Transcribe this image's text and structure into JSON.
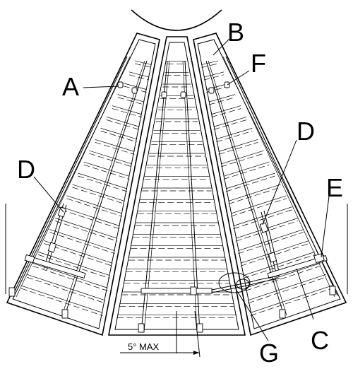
{
  "labels": [
    {
      "key": "A",
      "text": "A"
    },
    {
      "key": "B",
      "text": "B"
    },
    {
      "key": "F",
      "text": "F"
    },
    {
      "key": "D_left",
      "text": "D"
    },
    {
      "key": "D_right",
      "text": "D"
    },
    {
      "key": "E",
      "text": "E"
    },
    {
      "key": "C",
      "text": "C"
    },
    {
      "key": "G",
      "text": "G"
    }
  ],
  "dimension": {
    "text": "5° MAX"
  }
}
